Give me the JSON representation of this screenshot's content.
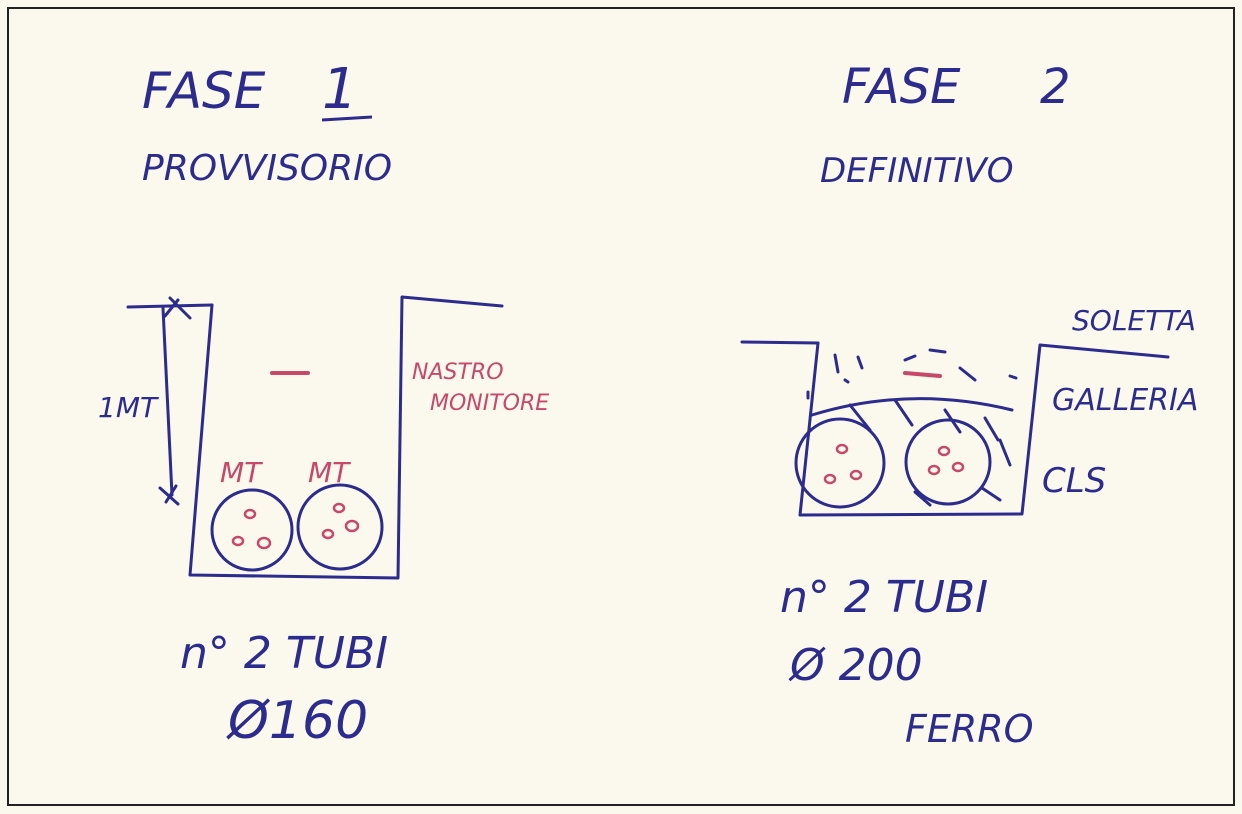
{
  "phase1": {
    "title": "FASE",
    "number": "1",
    "subtitle": "PROVVISORIO",
    "depth_label": "1MT",
    "tape_label_line1": "NASTRO",
    "tape_label_line2": "MONITORE",
    "cable_left": "MT",
    "cable_right": "MT",
    "pipes_count": "n° 2 TUBI",
    "pipes_diameter": "Ø160"
  },
  "phase2": {
    "title": "FASE",
    "number": "2",
    "subtitle": "DEFINITIVO",
    "label_slab": "SOLETTA",
    "label_tunnel": "GALLERIA",
    "label_concrete": "CLS",
    "pipes_count": "n° 2 TUBI",
    "pipes_diameter": "Ø 200",
    "pipes_material": "FERRO"
  },
  "colors": {
    "ink_blue": "#2c2c8e",
    "ink_red": "#c8486a",
    "paper": "#fbf8ee"
  }
}
